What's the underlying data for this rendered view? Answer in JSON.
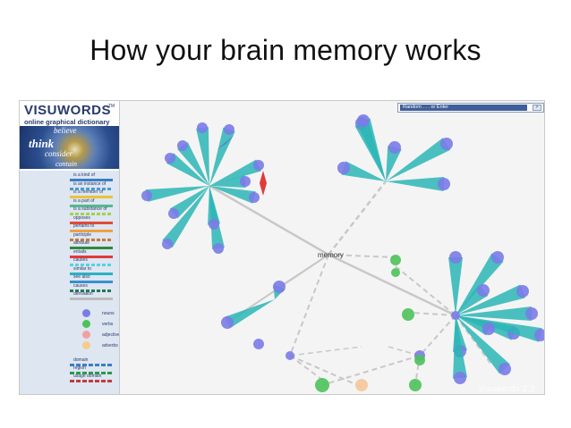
{
  "slide": {
    "title": "How your brain memory works"
  },
  "app": {
    "logo": "VISUWORDS",
    "tm": "TM",
    "tagline": "online graphical dictionary",
    "hero_words": [
      "believe",
      "think",
      "consider",
      "contain"
    ],
    "search_placeholder": "Random . . . or Enter",
    "search_go": ">",
    "watermark": "Visuwords 2.2"
  },
  "legend": {
    "relations": [
      {
        "label": "is a kind of",
        "color": "#3a7fc4"
      },
      {
        "label": "is an instance of",
        "color": "#4a9ad8"
      },
      {
        "label": "is a member of",
        "color": "#e8c43c"
      },
      {
        "label": "is a part of",
        "color": "#56b890"
      },
      {
        "label": "is a substance of",
        "color": "#a6d04a"
      },
      {
        "label": "opposes",
        "color": "#e04a3a"
      },
      {
        "label": "pertains to",
        "color": "#f0a040"
      },
      {
        "label": "participle",
        "color": "#c87a3c"
      },
      {
        "label": "attribute",
        "color": "#2e8a3a"
      },
      {
        "label": "entails",
        "color": "#e03a3a"
      },
      {
        "label": "causes",
        "color": "#5ad0e0"
      },
      {
        "label": "similar to",
        "color": "#2ab0c4"
      },
      {
        "label": "see also",
        "color": "#3a8fd0"
      },
      {
        "label": "causes",
        "color": "#207a50"
      },
      {
        "label": "derivation",
        "color": "#bbbbbb"
      }
    ],
    "pos": [
      {
        "label": "nouns",
        "color": "#7b7be8"
      },
      {
        "label": "verbs",
        "color": "#4cc25a"
      },
      {
        "label": "adjectives",
        "color": "#f4a0a0"
      },
      {
        "label": "adverbs",
        "color": "#f5cc8a"
      }
    ],
    "domains": [
      {
        "label": "domain",
        "color": "#3a7fc4"
      },
      {
        "label": "region",
        "color": "#2a9a4a"
      },
      {
        "label": "usage domain",
        "color": "#c43a3a"
      }
    ]
  },
  "graph": {
    "center_label": "memory",
    "colors": {
      "noun": "#7b7be8",
      "verb": "#4cc25a",
      "adj": "#f5c898",
      "spoke": "#2bb5b5",
      "link": "#c8c8c8"
    }
  }
}
